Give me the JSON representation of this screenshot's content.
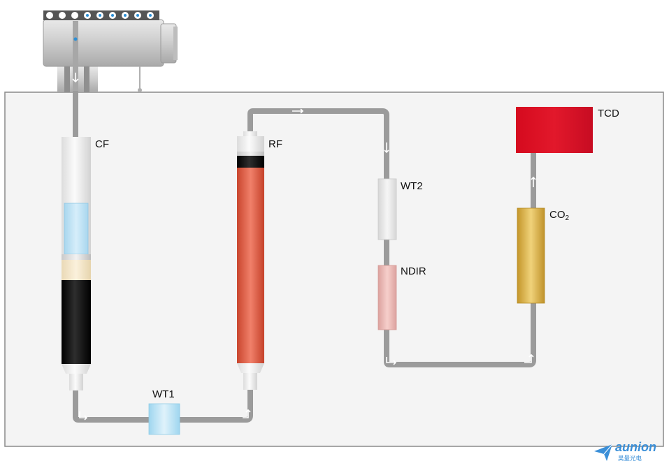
{
  "labels": {
    "cf": "CF",
    "rf": "RF",
    "wt1": "WT1",
    "wt2": "WT2",
    "ndir": "NDIR",
    "co2_main": "CO",
    "co2_sub": "2",
    "tcd": "TCD"
  },
  "logo": {
    "brand": "aunion",
    "subtitle": "昊量光电",
    "color": "#3a8fd8"
  },
  "colors": {
    "panel_bg": "#f4f4f4",
    "pipe": "#9b9b9b",
    "rf_column": "#e2654a",
    "cf_packing": "#111111",
    "wt1": "#a9dcf2",
    "wt2": "#e6e6e6",
    "ndir": "#e6b1ae",
    "co2_trap": "#d5ad3e",
    "tcd": "#dc1124"
  }
}
